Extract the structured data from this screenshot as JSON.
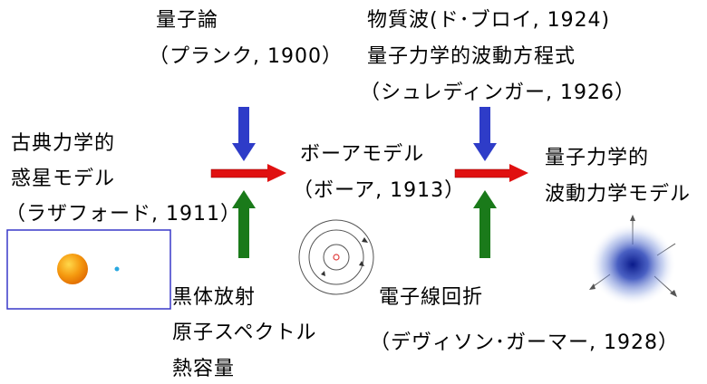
{
  "top_left": {
    "line1": "量子論",
    "line2": "（プランク, 1900）"
  },
  "top_right": {
    "line1": "物質波(ド･ブロイ, 1924)",
    "line2": "量子力学的波動方程式",
    "line3": "（シュレディンガー, 1926）"
  },
  "classical": {
    "line1": "古典力学的",
    "line2": "惑星モデル",
    "line3": "（ラザフォード, 1911）"
  },
  "bohr": {
    "line1": "ボーアモデル",
    "line2": "（ボーア, 1913）"
  },
  "quantum": {
    "line1": "量子力学的",
    "line2": "波動力学モデル"
  },
  "bottom_left": {
    "line1": "黒体放射",
    "line2": "原子スペクトル",
    "line3": "熱容量"
  },
  "bottom_right": {
    "line1": "電子線回折",
    "line2": "（デヴィソン･ガーマー, 1928）"
  },
  "colors": {
    "down_arrow": "#2e3cc8",
    "right_arrow": "#e01010",
    "up_arrow": "#1a7a1a",
    "box_border": "#3838c8",
    "nucleus": "#f08c00",
    "electron": "#29a8e0",
    "cloud": "#1a2a9a"
  }
}
